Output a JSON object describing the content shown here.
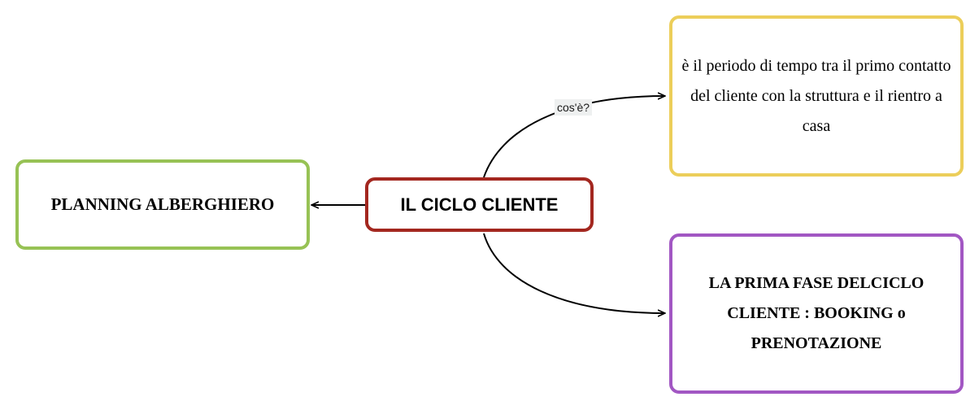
{
  "diagram": {
    "nodes": {
      "central": {
        "label": "IL CICLO CLIENTE",
        "border_color": "#a3271f"
      },
      "planning": {
        "label": "PLANNING ALBERGHIERO",
        "border_color": "#97c255"
      },
      "definition": {
        "label": "è il periodo di tempo tra il primo contatto del cliente con la struttura e il rientro a casa",
        "border_color": "#ecce5a"
      },
      "booking": {
        "label": "LA PRIMA FASE DELCICLO CLIENTE : BOOKING o PRENOTAZIONE",
        "border_color": "#a257c3"
      }
    },
    "edges": {
      "to_definition": {
        "label": "cos'è?"
      }
    }
  }
}
